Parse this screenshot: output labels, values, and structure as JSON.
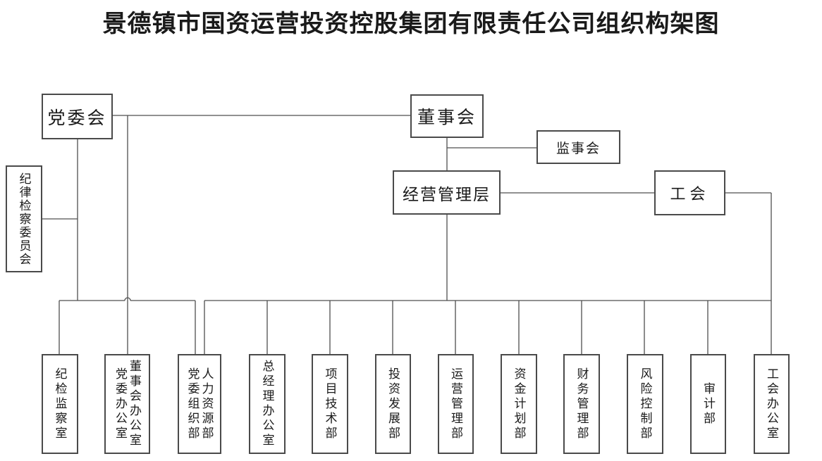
{
  "title": "景德镇市国资运营投资控股集团有限责任公司组织构架图",
  "colors": {
    "line": "#4f4f4f",
    "border": "#4a4a4a",
    "text": "#1a1a1a",
    "background": "#ffffff"
  },
  "nodes": {
    "party_committee": {
      "label": "党委会"
    },
    "board_of_directors": {
      "label": "董事会"
    },
    "supervisory_board": {
      "label": "监事会"
    },
    "discipline_inspection_committee": {
      "label": "纪律检察委员会"
    },
    "management_team": {
      "label": "经营管理层"
    },
    "labor_union": {
      "label": "工会"
    }
  },
  "departments": [
    {
      "lines": [
        "纪检监察室"
      ]
    },
    {
      "lines": [
        "董事会办公室",
        "党委办公室"
      ]
    },
    {
      "lines": [
        "人力资源部",
        "党委组织部"
      ]
    },
    {
      "lines": [
        "总经理办公室"
      ]
    },
    {
      "lines": [
        "项目技术部"
      ]
    },
    {
      "lines": [
        "投资发展部"
      ]
    },
    {
      "lines": [
        "运营管理部"
      ]
    },
    {
      "lines": [
        "资金计划部"
      ]
    },
    {
      "lines": [
        "财务管理部"
      ]
    },
    {
      "lines": [
        "风险控制部"
      ]
    },
    {
      "lines": [
        "审计部"
      ]
    },
    {
      "lines": [
        "工会办公室"
      ]
    }
  ],
  "edges": [
    {
      "from": "党委会",
      "to": "董事会"
    },
    {
      "from": "党委会",
      "to": "纪律检察委员会"
    },
    {
      "from": "党委会",
      "to": "纪检监察室"
    },
    {
      "from": "党委会",
      "to": "党委组织部"
    },
    {
      "from": "党委会/董事会",
      "to": "董事会办公室党委办公室"
    },
    {
      "from": "董事会",
      "to": "监事会"
    },
    {
      "from": "董事会",
      "to": "经营管理层"
    },
    {
      "from": "经营管理层",
      "to": "工会"
    },
    {
      "from": "经营管理层",
      "to": "人力资源部"
    },
    {
      "from": "经营管理层",
      "to": "总经理办公室"
    },
    {
      "from": "经营管理层",
      "to": "项目技术部"
    },
    {
      "from": "经营管理层",
      "to": "投资发展部"
    },
    {
      "from": "经营管理层",
      "to": "运营管理部"
    },
    {
      "from": "经营管理层",
      "to": "资金计划部"
    },
    {
      "from": "经营管理层",
      "to": "财务管理部"
    },
    {
      "from": "经营管理层",
      "to": "风险控制部"
    },
    {
      "from": "经营管理层",
      "to": "审计部"
    },
    {
      "from": "工会",
      "to": "工会办公室"
    }
  ]
}
